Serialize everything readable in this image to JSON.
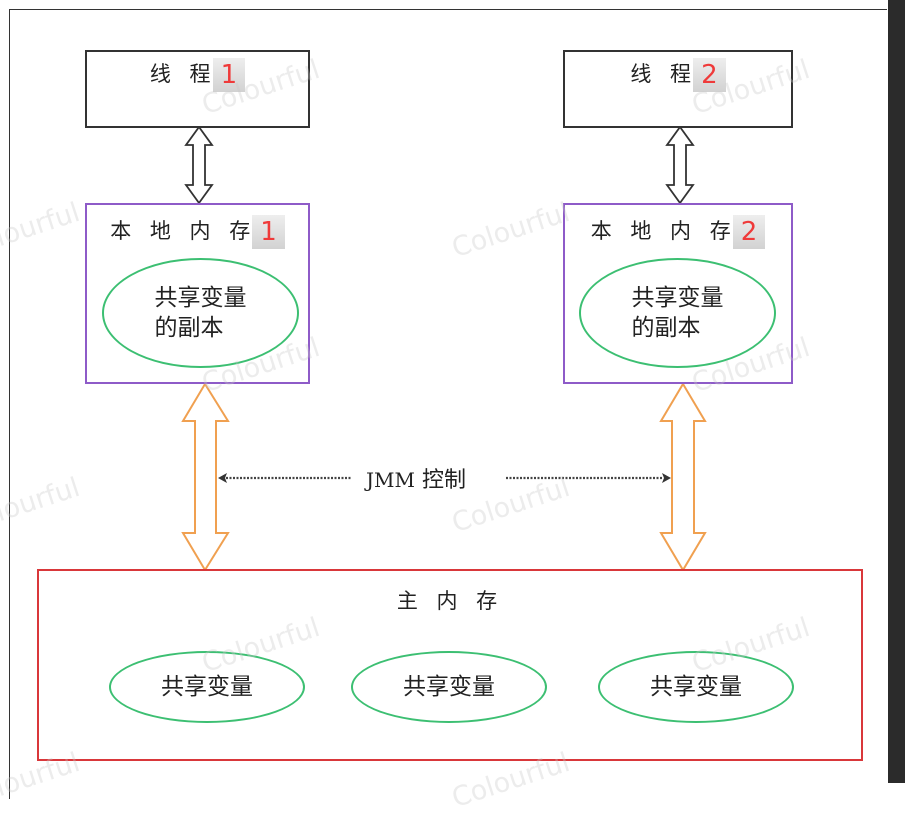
{
  "diagram": {
    "threads": [
      {
        "label": "线 程",
        "number": "1"
      },
      {
        "label": "线 程",
        "number": "2"
      }
    ],
    "local_memories": [
      {
        "label": "本 地 内 存",
        "number": "1",
        "copy_line1": "共享变量",
        "copy_line2": "的副本"
      },
      {
        "label": "本 地 内 存",
        "number": "2",
        "copy_line1": "共享变量",
        "copy_line2": "的副本"
      }
    ],
    "control": {
      "latin": "JMM",
      "text": "控制"
    },
    "main_memory": {
      "label": "主 内 存",
      "variables": [
        "共享变量",
        "共享变量",
        "共享变量"
      ]
    },
    "watermark": "Colourful",
    "colors": {
      "thread_border": "#333333",
      "local_border": "#8e5bc8",
      "main_border": "#d9373a",
      "ellipse_border": "#3cbf72",
      "orange_arrow": "#f0a050",
      "number_red": "#ef3a3a"
    }
  }
}
